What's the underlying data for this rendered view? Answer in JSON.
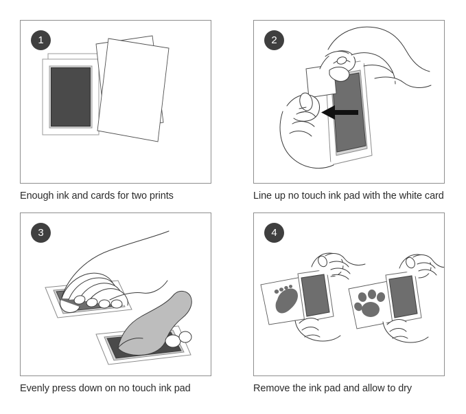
{
  "document": {
    "type": "instruction-diagram",
    "title": "No touch ink pad print instructions",
    "panel_count": 4,
    "background_color": "#ffffff"
  },
  "colors": {
    "panel_border": "#8d8d8d",
    "badge_fill": "#3f3f3f",
    "badge_text": "#ffffff",
    "caption_text": "#2b2b2b",
    "ink_pad_dark": "#4a4a4a",
    "ink_pad_mid": "#6e6e6e",
    "line_art": "#3a3a3a",
    "card_white": "#ffffff",
    "arrow": "#111111",
    "shadow_gray": "#cfcfcf"
  },
  "panels": [
    {
      "number": "1",
      "badge_name": "step-1-badge",
      "caption": "Enough ink and cards for two prints",
      "scene": "two stacked no-touch ink pads on the left and two white cards on the right",
      "elements": [
        "ink-pad-front",
        "ink-pad-back",
        "white-card-front",
        "white-card-back"
      ]
    },
    {
      "number": "2",
      "badge_name": "step-2-badge",
      "caption": "Line up no touch ink pad with the white card",
      "scene": "two hands holding an ink pad and sliding a white card in, black arrow pointing left",
      "elements": [
        "hand-upper",
        "hand-lower",
        "ink-pad",
        "white-card",
        "direction-arrow"
      ]
    },
    {
      "number": "3",
      "badge_name": "step-3-badge",
      "caption": "Evenly press down on no touch ink pad",
      "scene": "a hand pressing flat on an ink pad above, and a foot pressing on a second ink pad below",
      "elements": [
        "hand-pressing",
        "ink-pad-top",
        "foot-pressing",
        "ink-pad-bottom"
      ]
    },
    {
      "number": "4",
      "badge_name": "step-4-badge",
      "caption": "Remove the ink pad and allow to dry",
      "scene": "left: hand lifting ink pad revealing a baby footprint; right: hand lifting ink pad revealing a paw print",
      "elements": [
        "hand-lifting-left",
        "footprint-stamp",
        "hand-lifting-right",
        "pawprint-stamp"
      ]
    }
  ]
}
